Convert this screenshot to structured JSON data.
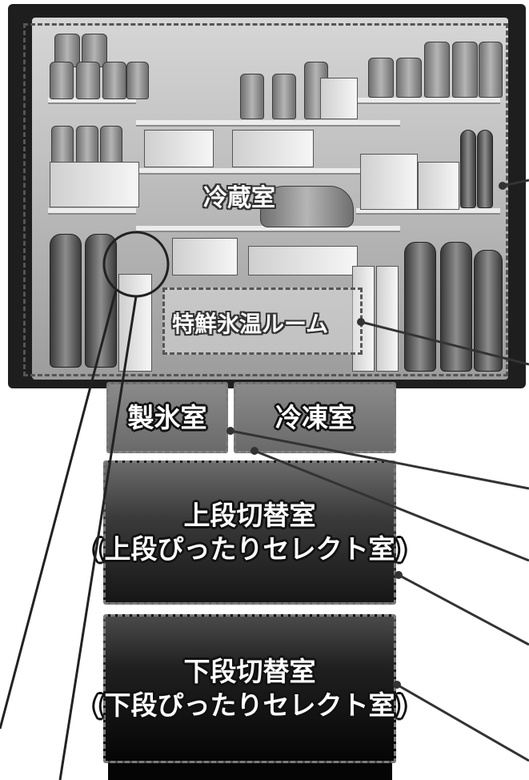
{
  "diagram": {
    "compartments": {
      "refrigerator": "冷蔵室",
      "tokusen_chamber": "特鮮氷温ルーム",
      "ice_maker": "製氷室",
      "freezer": "冷凍室",
      "upper_switch": {
        "line1": "上段切替室",
        "line2": "(上段ぴったりセレクト室)"
      },
      "lower_switch": {
        "line1": "下段切替室",
        "line2": "(下段ぴったりセレクト室)"
      }
    },
    "colors": {
      "frame": "#555555",
      "callout_line": "#333333",
      "label_text": "#ffffff"
    }
  }
}
